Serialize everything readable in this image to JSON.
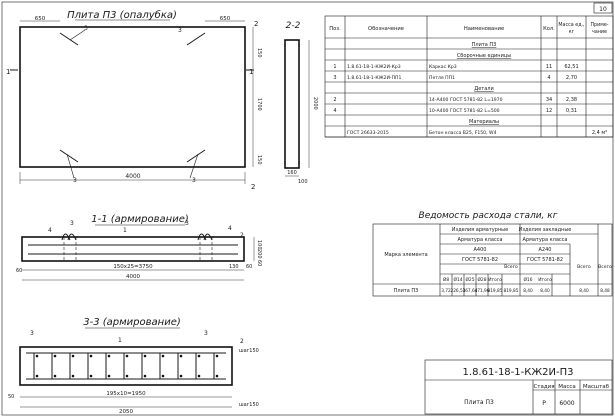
{
  "sheet_no": "10",
  "plan": {
    "title": "Плита П3 (опалубка)",
    "dim_top_left": "650",
    "dim_top_right": "650",
    "dim_right_a": "150",
    "dim_right_b": "1700",
    "dim_right_c": "150",
    "dim_length": "4000",
    "mark_3": "3",
    "mark_1": "1",
    "mark_2": "2"
  },
  "section22": {
    "title": "2-2",
    "dim_height": "2000",
    "dim_width": "160",
    "dim_thk": "100"
  },
  "spec": {
    "headers": [
      "Поз.",
      "Обозначение",
      "Наименование",
      "Кол.",
      "Масса ед., кг",
      "Приме- чание"
    ],
    "rows": [
      {
        "pos": "",
        "designation": "",
        "name": "Плита П3",
        "qty": "",
        "mass": "",
        "note": "",
        "type": "section"
      },
      {
        "pos": "",
        "designation": "",
        "name": "Сборочные единицы",
        "qty": "",
        "mass": "",
        "note": "",
        "type": "section"
      },
      {
        "pos": "1",
        "designation": "1.8.61-18-1-КЖ2И-Кр3",
        "name": "Каркас Кр3",
        "qty": "11",
        "mass": "62,51",
        "note": "",
        "type": "item"
      },
      {
        "pos": "3",
        "designation": "1.8.61-18-1-КЖ2И-ПП1",
        "name": "Петля ПП1",
        "qty": "4",
        "mass": "2,70",
        "note": "",
        "type": "item"
      },
      {
        "pos": "",
        "designation": "",
        "name": "Детали",
        "qty": "",
        "mass": "",
        "note": "",
        "type": "section"
      },
      {
        "pos": "2",
        "designation": "",
        "name": "14-А400 ГОСТ 5781-82 L=1970",
        "qty": "34",
        "mass": "2,38",
        "note": "",
        "type": "item"
      },
      {
        "pos": "4",
        "designation": "",
        "name": "10-А400 ГОСТ 5781-82 L=500",
        "qty": "12",
        "mass": "0,31",
        "note": "",
        "type": "item"
      },
      {
        "pos": "",
        "designation": "",
        "name": "Материалы",
        "qty": "",
        "mass": "",
        "note": "",
        "type": "section"
      },
      {
        "pos": "",
        "designation": "ГОСТ 26633-2015",
        "name": "Бетон класса В25, F150, W4",
        "qty": "",
        "mass": "",
        "note": "2,4 м³",
        "type": "item"
      }
    ]
  },
  "section11": {
    "title": "1-1 (армирование)",
    "dim_left": "60",
    "dim_mid": "150х25=3750",
    "dim_right_a": "130",
    "dim_right_b": "60",
    "dim_total": "4000",
    "dim_h1": "100",
    "dim_h2": "200",
    "dim_h3": "60",
    "marks": [
      "4",
      "3",
      "1",
      "3",
      "4",
      "2"
    ]
  },
  "section33": {
    "title": "3-3 (армирование)",
    "dim_left": "50",
    "dim_mid": "195х10=1950",
    "dim_total": "2050",
    "dim_w1": "шаг150",
    "dim_w2": "шаг150",
    "marks": [
      "3",
      "1",
      "3",
      "2"
    ]
  },
  "steel": {
    "title": "Ведомость расхода стали, кг",
    "col_mark": "Марка элемента",
    "group1": "Изделия арматурные",
    "group1_sub": "Арматура класса",
    "group1_class": "А400",
    "group1_gost": "ГОСТ 5781-82",
    "group1_cols": [
      "Ø8",
      "Ø14",
      "Ø25",
      "Ø28",
      "Итого"
    ],
    "col_total1": "Всего",
    "group2": "Изделия закладные",
    "group2_sub": "Арматура класса",
    "group2_class": "А240",
    "group2_gost": "ГОСТ 5781-82",
    "group2_cols": [
      "Ø16",
      "Итого"
    ],
    "col_total2": "Всего",
    "col_grand": "Всего",
    "row": {
      "mark": "Плита П3",
      "values": [
        "3,72",
        "226,53",
        "167,64",
        "471,96",
        "819,85",
        "819,85",
        "8,40",
        "8,40",
        "8,40",
        "8,48"
      ]
    }
  },
  "stamp": {
    "code": "1.8.61-18-1-КЖ2И-П3",
    "col1": "Стадия",
    "col2": "Масса",
    "col3": "Масштаб",
    "name": "Плита П3",
    "stage": "Р",
    "mass": "6000",
    "scale": ""
  }
}
